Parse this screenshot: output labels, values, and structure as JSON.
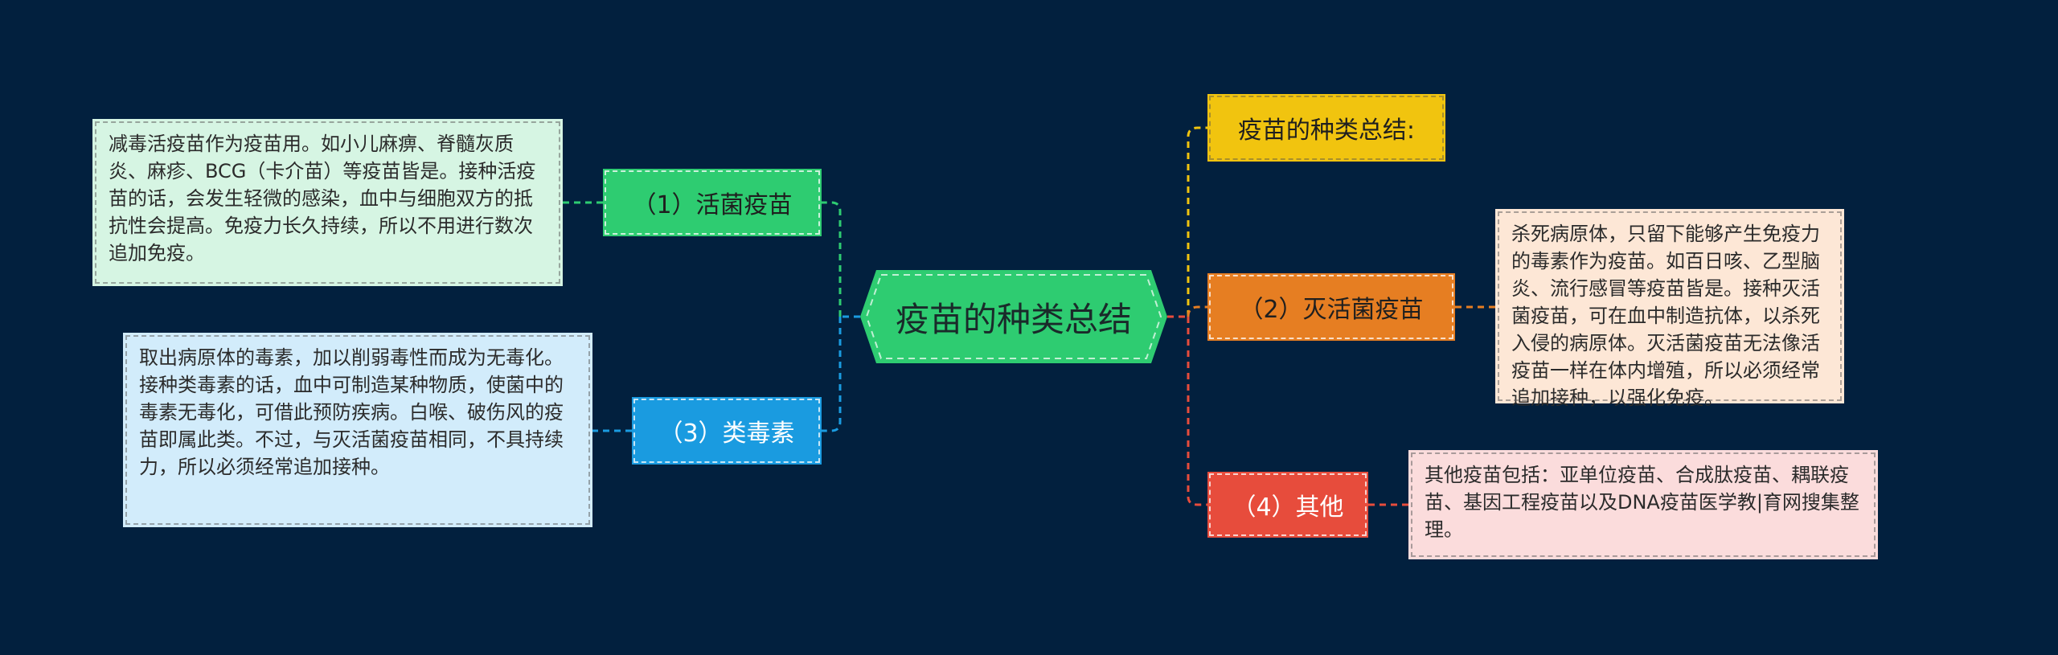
{
  "mindmap": {
    "root": {
      "label": "疫苗的种类总结",
      "color": "#2ecc71"
    },
    "right_branches": [
      {
        "id": "summary",
        "label": "疫苗的种类总结:",
        "color": "#f1c40f",
        "text_color": "#1f1f1f"
      },
      {
        "id": "inactivated",
        "label": "（2）灭活菌疫苗",
        "color": "#e67e22",
        "text_color": "#1f1f1f",
        "note": "杀死病原体，只留下能够产生免疫力的毒素作为疫苗。如百日咳、乙型脑炎、流行感冒等疫苗皆是。接种灭活菌疫苗，可在血中制造抗体，以杀死入侵的病原体。灭活菌疫苗无法像活疫苗一样在体内增殖，所以必须经常追加接种，以强化免疫。",
        "note_color": "#fde7d6"
      },
      {
        "id": "other",
        "label": "（4）其他",
        "color": "#e74c3c",
        "text_color": "#ffffff",
        "note": "其他疫苗包括：亚单位疫苗、合成肽疫苗、耦联疫苗、基因工程疫苗以及DNA疫苗医学教|育网搜集整理。",
        "note_color": "#fbdcdc"
      }
    ],
    "left_branches": [
      {
        "id": "live",
        "label": "（1）活菌疫苗",
        "color": "#2ecc71",
        "text_color": "#1f1f1f",
        "note": "减毒活疫苗作为疫苗用。如小儿麻痹、脊髓灰质炎、麻疹、BCG（卡介苗）等疫苗皆是。接种活疫苗的话，会发生轻微的感染，血中与细胞双方的抵抗性会提高。免疫力长久持续，所以不用进行数次追加免疫。",
        "note_color": "#d6f5e3"
      },
      {
        "id": "toxoid",
        "label": "（3）类毒素",
        "color": "#1a9be0",
        "text_color": "#ffffff",
        "note": "取出病原体的毒素，加以削弱毒性而成为无毒化。接种类毒素的话，血中可制造某种物质，使菌中的毒素无毒化，可借此预防疾病。白喉、破伤风的疫苗即属此类。不过，与灭活菌疫苗相同，不具持续力，所以必须经常追加接种。",
        "note_color": "#d2ecfb"
      }
    ]
  }
}
